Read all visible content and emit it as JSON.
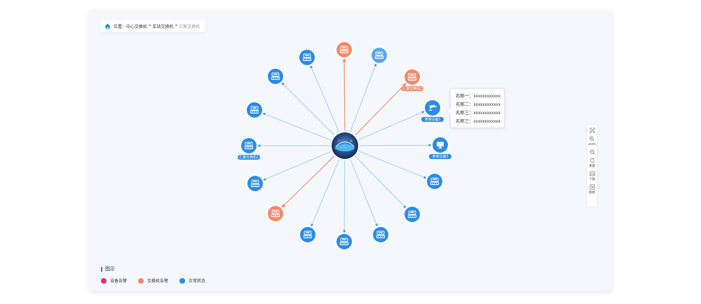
{
  "breadcrumb": {
    "prefix": "位置：",
    "items": [
      "中心交换机",
      "车站交换机",
      "汇聚交换机"
    ],
    "separator": ">"
  },
  "graph": {
    "center": {
      "name": "center-node",
      "icon": "network-switch-photo"
    },
    "colors": {
      "blue": "#2b8be6",
      "blue_light": "#5aa5ec",
      "orange": "#f3896b",
      "line_blue": "#8cc2ee",
      "line_orange": "#f3896b"
    },
    "nodes": [
      {
        "id": "n1",
        "status": "blue",
        "icon": "switch-icon"
      },
      {
        "id": "n2",
        "status": "orange",
        "icon": "switch-icon"
      },
      {
        "id": "n3",
        "status": "blue",
        "icon": "switch-icon"
      },
      {
        "id": "n4",
        "status": "orange",
        "icon": "switch-icon",
        "label": "汇聚交换机2"
      },
      {
        "id": "n5",
        "status": "blue",
        "icon": "camera-icon",
        "label": "某某设备1"
      },
      {
        "id": "n6",
        "status": "blue",
        "icon": "monitor-icon",
        "label": "某某设备2"
      },
      {
        "id": "n7",
        "status": "blue",
        "icon": "switch-icon"
      },
      {
        "id": "n8",
        "status": "blue",
        "icon": "switch-icon"
      },
      {
        "id": "n9",
        "status": "blue",
        "icon": "switch-icon"
      },
      {
        "id": "n10",
        "status": "blue",
        "icon": "switch-icon"
      },
      {
        "id": "n11",
        "status": "blue",
        "icon": "switch-icon"
      },
      {
        "id": "n12",
        "status": "orange",
        "icon": "switch-icon"
      },
      {
        "id": "n13",
        "status": "blue",
        "icon": "switch-icon"
      },
      {
        "id": "n14",
        "status": "blue",
        "icon": "switch-icon",
        "label": "汇聚交换机1"
      },
      {
        "id": "n15",
        "status": "blue",
        "icon": "switch-icon"
      },
      {
        "id": "n16",
        "status": "blue",
        "icon": "switch-icon"
      }
    ]
  },
  "tooltip": {
    "rows": [
      "名称一：xxxxxxxxxxxx",
      "名称二：xxxxxxxxxxxx",
      "名称三：xxxxxxxxxxxx",
      "名称三：xxxxxxxxxxxx"
    ]
  },
  "toolbar": {
    "fullscreen_icon": "expand-icon",
    "zoom_in_icon": "zoom-in-icon",
    "zoom_level": "100%",
    "zoom_out_icon": "zoom-out-icon",
    "reset_label": "重置",
    "download_label": "下载",
    "legend_label": "图例"
  },
  "legend": {
    "title": "图示",
    "items": [
      {
        "label": "设备告警",
        "color": "#e6336b"
      },
      {
        "label": "交换机告警",
        "color": "#f3896b"
      },
      {
        "label": "正常状态",
        "color": "#2b8be6"
      }
    ]
  }
}
